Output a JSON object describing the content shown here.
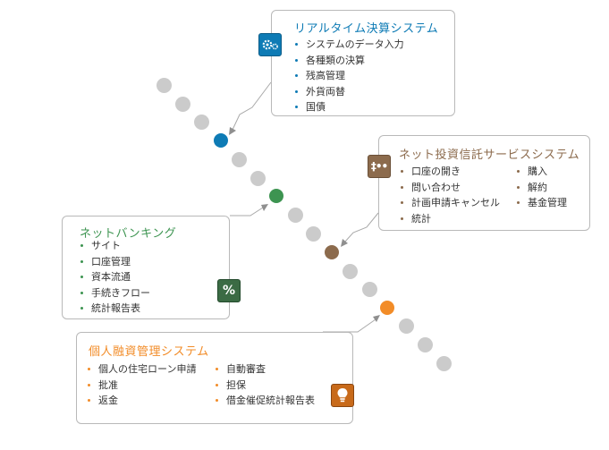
{
  "colors": {
    "blue": "#0e7bb5",
    "brown": "#8c6b4d",
    "green": "#3d9451",
    "orange": "#f28c28",
    "dot": "#cbcbcb"
  },
  "realtime": {
    "title": "リアルタイム決算システム",
    "icon": "gears-icon",
    "items": [
      "システムのデータ入力",
      "各種類の決算",
      "残高管理",
      "外貨両替",
      "国債"
    ]
  },
  "fund": {
    "title": "ネット投資信託サービスシステム",
    "icon": "network-icon",
    "items_left": [
      "口座の開き",
      "問い合わせ",
      "計画申請キャンセル",
      "統計"
    ],
    "items_right": [
      "購入",
      "解約",
      "基金管理"
    ]
  },
  "netbank": {
    "title": "ネットバンキング",
    "icon": "percent-icon",
    "icon_text": "%",
    "items": [
      "サイト",
      "口座管理",
      "資本流通",
      "手続きフロー",
      "統計報告表"
    ]
  },
  "loan": {
    "title": "個人融資管理システム",
    "icon": "lightbulb-icon",
    "items_left": [
      "個人の住宅ローン申請",
      "批准",
      "返金"
    ],
    "items_right": [
      "自動審査",
      "担保",
      "借金催促統計報告表"
    ]
  }
}
